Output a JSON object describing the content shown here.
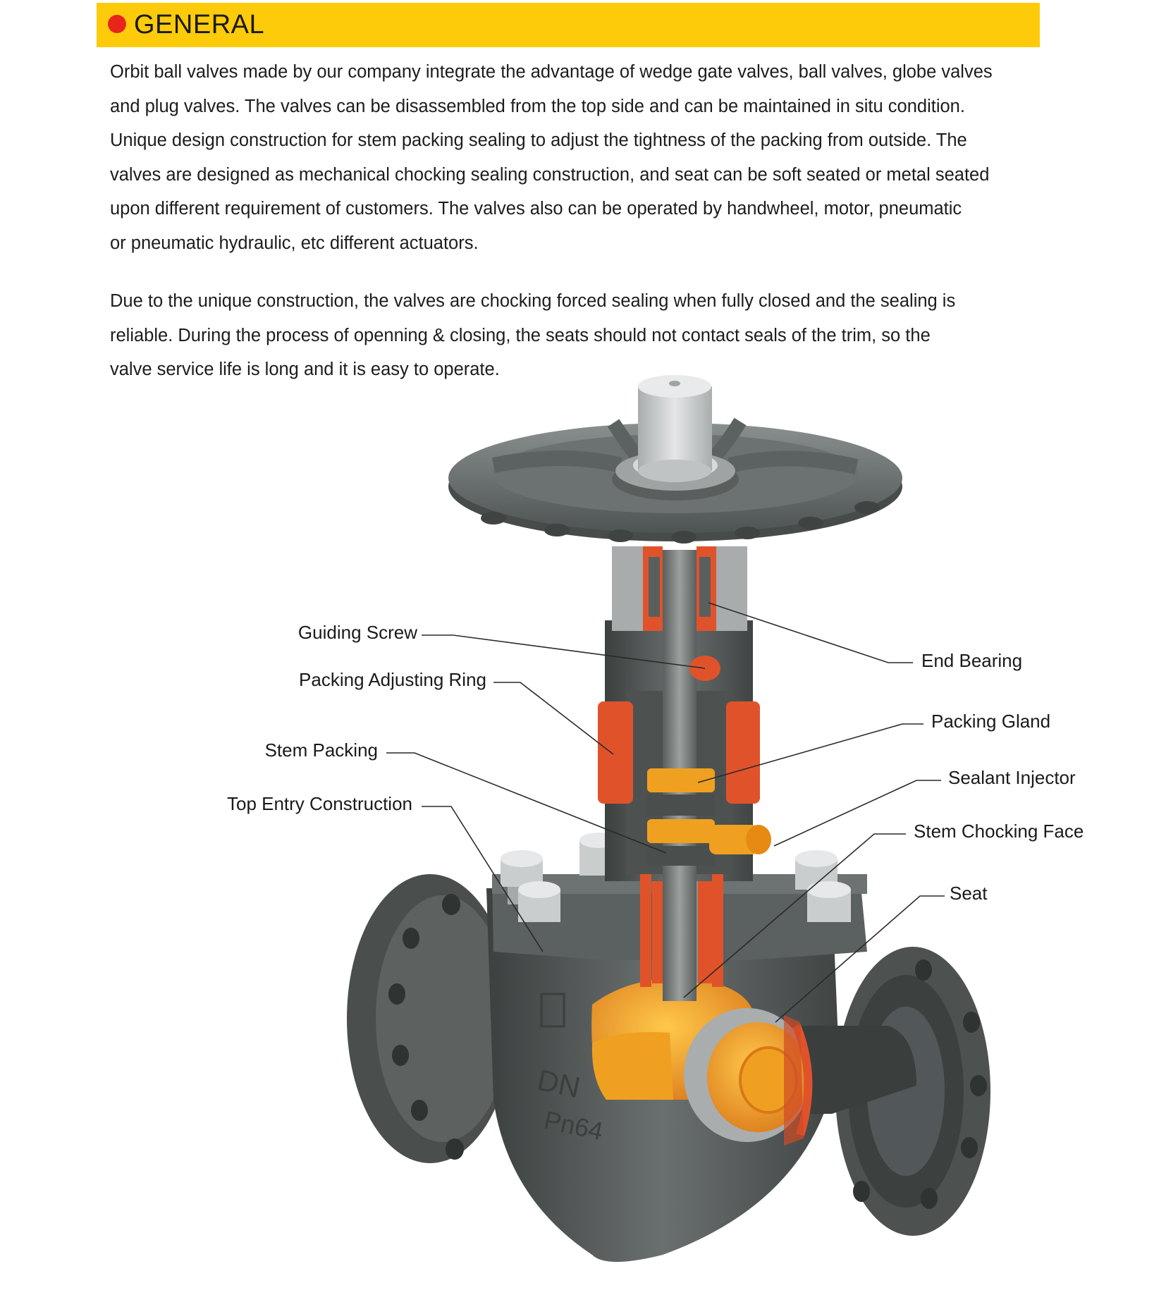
{
  "header": {
    "title": "GENERAL",
    "bar_color": "#fdcb0a",
    "dot_color": "#e8251b"
  },
  "paragraphs": [
    {
      "lines": [
        "Orbit ball valves made by our company integrate the advantage of wedge gate valves, ball valves, globe valves",
        "and plug valves. The valves can be disassembled from the top side and can be maintained in situ condition.",
        "Unique design construction for stem packing sealing to adjust the tightness of the packing from outside. The",
        "valves are designed as mechanical chocking sealing construction, and seat can be soft seated or metal seated",
        "upon different requirement of customers. The valves also can be operated by handwheel, motor, pneumatic",
        "or pneumatic hydraulic, etc different actuators."
      ]
    },
    {
      "lines": [
        "Due to the unique construction, the valves are chocking forced sealing when fully closed and the sealing is",
        "reliable. During the process of openning & closing, the seats should not contact seals of the trim, so the",
        "valve service life is long and it is easy to operate."
      ]
    }
  ],
  "diagram": {
    "labels_left": {
      "guiding_screw": "Guiding Screw",
      "packing_adjusting_ring": "Packing Adjusting Ring",
      "stem_packing": "Stem Packing",
      "top_entry_construction": "Top Entry Construction"
    },
    "labels_right": {
      "end_bearing": "End Bearing",
      "packing_gland": "Packing Gland",
      "sealant_injector": "Sealant Injector",
      "stem_chocking_face": "Stem Chocking Face",
      "seat": "Seat"
    },
    "body_markings": {
      "dn": "DN",
      "pn": "Pn64"
    },
    "colors": {
      "body": "#5a5f5e",
      "body_dark": "#3f4443",
      "body_light": "#7a807f",
      "orange": "#f0a020",
      "red_orange": "#e0532a",
      "bolt": "#cfd3d4"
    }
  }
}
